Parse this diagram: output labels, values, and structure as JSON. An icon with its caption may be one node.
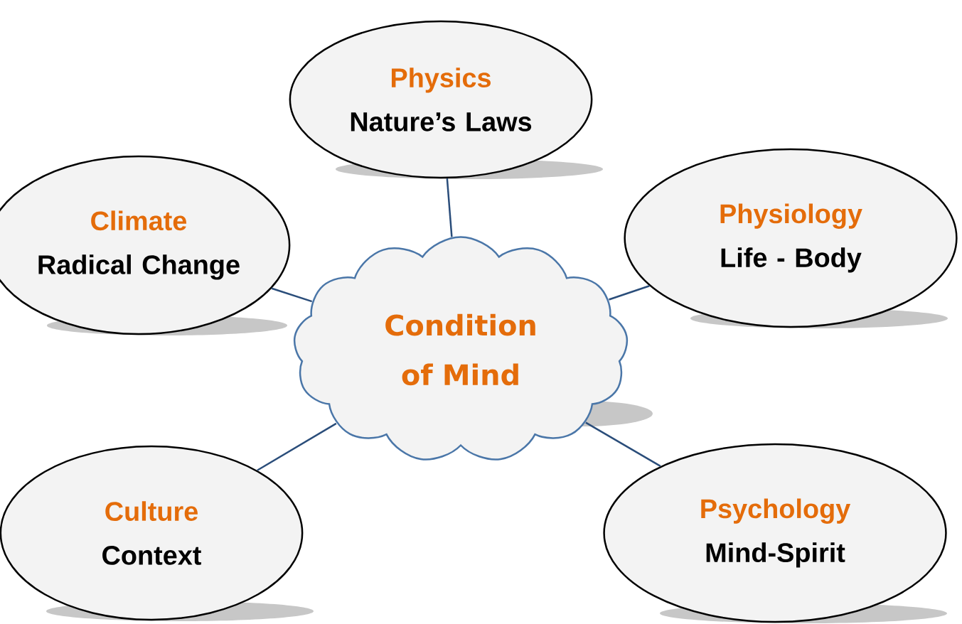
{
  "diagram": {
    "nodes": [
      {
        "text": [
          "Physics",
          "Nature’s Laws"
        ]
      },
      {
        "text": [
          "Climate",
          "Radical Change"
        ]
      },
      {
        "text": [
          "Physiology",
          "Life - Body"
        ]
      },
      {
        "text": [
          "Condition of Mind"
        ]
      },
      {
        "text": [
          "Culture",
          "Context"
        ]
      },
      {
        "text": [
          "Psychology",
          "Mind-Spirit"
        ]
      }
    ],
    "edges": [
      {
        "from": 3,
        "to": 0,
        "arrow": "none"
      },
      {
        "from": 3,
        "to": 1,
        "arrow": "none"
      },
      {
        "from": 3,
        "to": 2,
        "arrow": "none"
      },
      {
        "from": 3,
        "to": 4,
        "arrow": "none"
      },
      {
        "from": 3,
        "to": 5,
        "arrow": "none"
      }
    ]
  }
}
